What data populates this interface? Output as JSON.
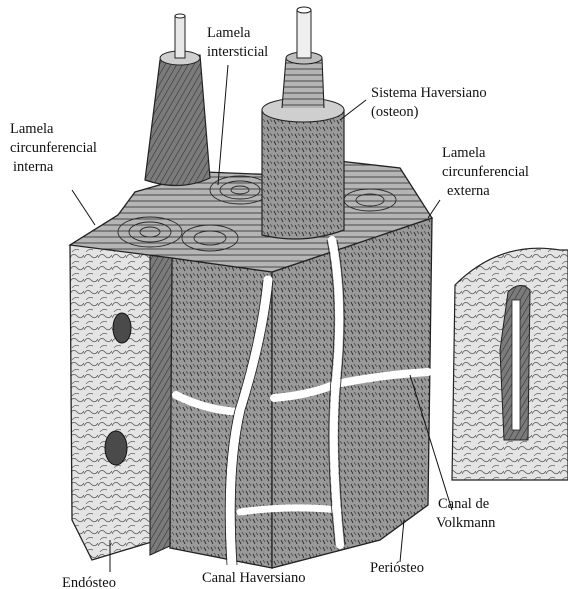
{
  "colors": {
    "ink": "#222222",
    "bone_face": "#8a8a8a",
    "bone_dark": "#5c5c5c",
    "bone_light": "#d9d9d9",
    "canal": "#ffffff",
    "background": "#ffffff"
  },
  "labels": {
    "lamela_intersticial": [
      "Lamela",
      "intersticial"
    ],
    "sistema_haversiano": [
      "Sistema Haversiano",
      "(osteon)"
    ],
    "lamela_circ_interna": [
      "Lamela",
      "circunferencial",
      "interna"
    ],
    "lamela_circ_externa": [
      "Lamela",
      "circunferencial",
      "externa"
    ],
    "canal_volkmann": [
      "Canal de",
      "Volkmann"
    ],
    "periosteo": "Periósteo",
    "canal_haversiano": "Canal Haversiano",
    "endosteo": "Endósteo"
  }
}
